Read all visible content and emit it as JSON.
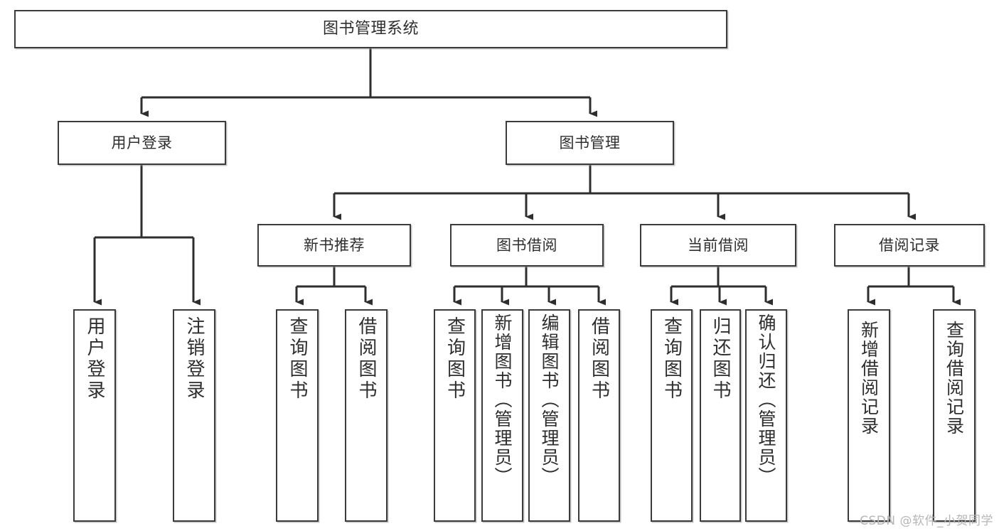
{
  "diagram": {
    "type": "tree",
    "title": "图书管理系统",
    "orientation": "top-down",
    "stroke_color": "#3b3b3b",
    "text_color": "#2e2e2e",
    "background_color": "#ffffff",
    "root": {
      "label": "图书管理系统"
    },
    "level2": {
      "user_login": "用户登录",
      "book_manage": "图书管理"
    },
    "level3": {
      "new_book_recommend": "新书推荐",
      "book_borrow": "图书借阅",
      "current_borrow": "当前借阅",
      "borrow_record": "借阅记录"
    },
    "leaves": {
      "user_login": [
        "用户登录",
        "注销登录"
      ],
      "new_book_recommend": [
        "查询图书",
        "借阅图书"
      ],
      "book_borrow": [
        "查询图书",
        "新增图书（管理员）",
        "编辑图书（管理员）",
        "借阅图书"
      ],
      "current_borrow": [
        "查询图书",
        "归还图书",
        "确认归还（管理员）"
      ],
      "borrow_record": [
        "新增借阅记录",
        "查询借阅记录"
      ]
    }
  },
  "watermark": {
    "text": "CSDN @软件_小贺同学"
  }
}
